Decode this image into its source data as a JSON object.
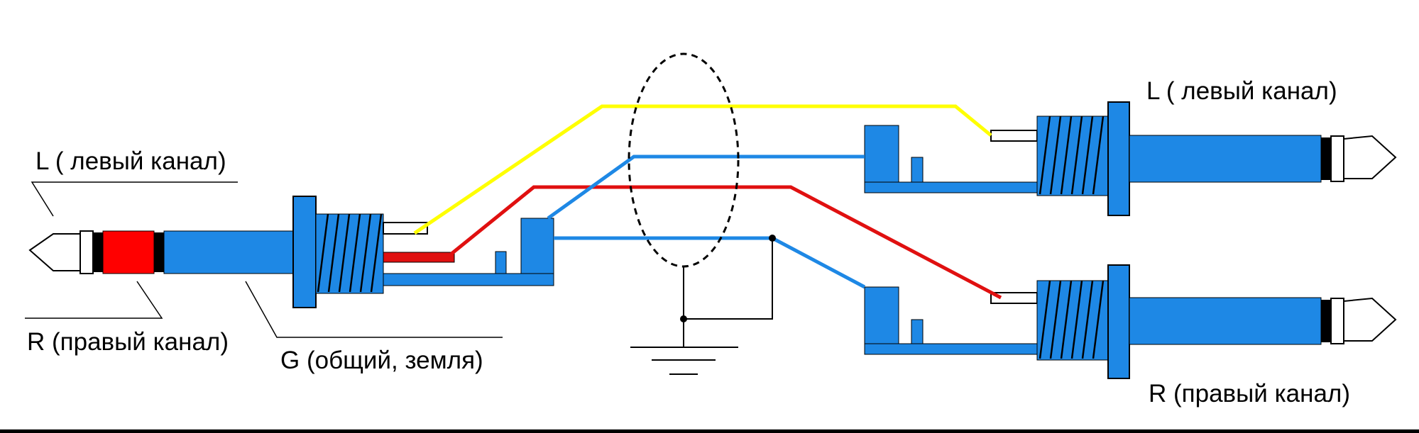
{
  "labels": {
    "left_l": "L ( левый канал)",
    "left_r": "R (правый канал)",
    "left_g": "G (общий, земля)",
    "right_l": "L ( левый канал)",
    "right_r": "R (правый канал)"
  },
  "colors": {
    "plug_blue": "#1e88e5",
    "ring_red": "#ff0000",
    "wire_yellow": "#ffff00",
    "wire_red": "#e01010",
    "wire_blue": "#1e88e5",
    "outline": "#000000",
    "tip_white": "#ffffff"
  },
  "icons": [
    "ground-icon",
    "shield-icon"
  ]
}
